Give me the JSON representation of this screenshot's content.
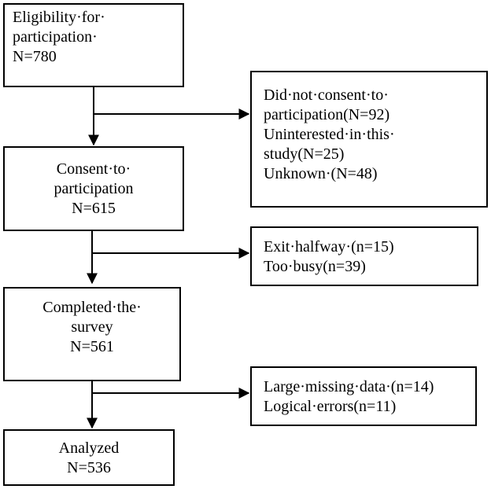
{
  "boxes": {
    "eligibility": {
      "lines": [
        "Eligibility·for·",
        "participation·",
        "N=780"
      ]
    },
    "consent": {
      "lines": [
        "Consent·to·",
        "participation",
        "N=615"
      ]
    },
    "completed": {
      "lines": [
        "Completed·the·",
        "survey",
        "N=561"
      ]
    },
    "analyzed": {
      "lines": [
        "Analyzed",
        "N=536"
      ]
    },
    "excluded_consent": {
      "lines": [
        "Did·not·consent·to·",
        "participation(N=92)",
        "Uninterested·in·this·",
        "study(N=25)",
        "Unknown·(N=48)"
      ]
    },
    "excluded_halfway": {
      "lines": [
        "Exit·halfway·(n=15)",
        "Too·busy(n=39)"
      ]
    },
    "excluded_missing": {
      "lines": [
        "Large·missing·data·(n=14)",
        "Logical·errors(n=11)"
      ]
    }
  },
  "colors": {
    "stroke": "#000000",
    "background": "#ffffff"
  }
}
